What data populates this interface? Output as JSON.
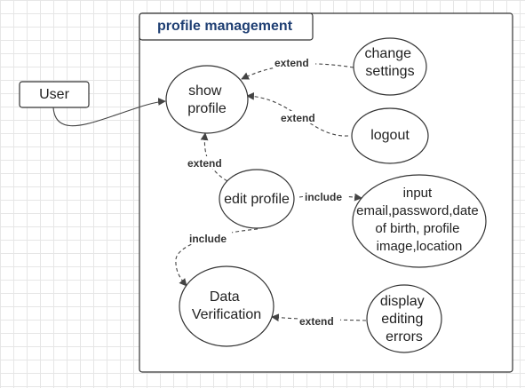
{
  "boundary": {
    "title": "profile management"
  },
  "actor": {
    "label": "User"
  },
  "use_cases": {
    "show_profile": [
      "show",
      "profile"
    ],
    "change_settings": [
      "change",
      "settings"
    ],
    "logout": [
      "logout"
    ],
    "edit_profile": [
      "edit profile"
    ],
    "input": [
      "input",
      "email,password,date",
      "of birth, profile",
      "image,location"
    ],
    "data_verification": [
      "Data",
      "Verification"
    ],
    "display_errors": [
      "display",
      "editing",
      "errors"
    ]
  },
  "relations": {
    "extend_settings": "extend",
    "extend_logout": "extend",
    "extend_edit": "extend",
    "include_input": "include",
    "include_verification": "include",
    "extend_errors": "extend"
  },
  "colors": {
    "title": "#1f3f73",
    "line": "#444444"
  }
}
